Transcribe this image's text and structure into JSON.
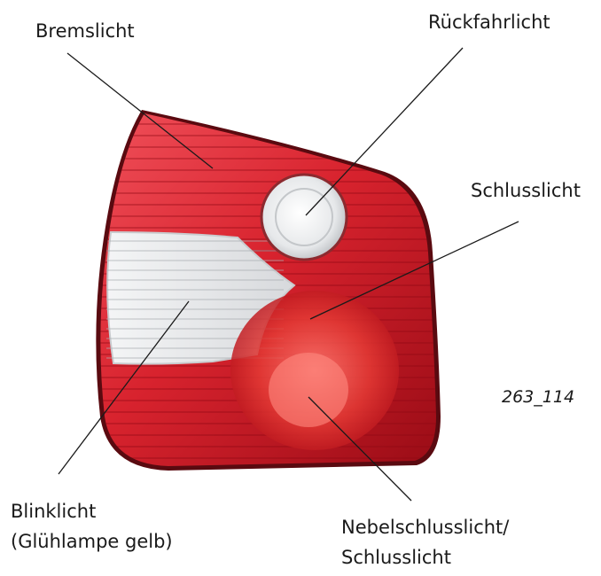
{
  "labels": {
    "brake_light": "Bremslicht",
    "reverse_light": "Rückfahrlicht",
    "tail_light": "Schlusslicht",
    "turn_signal_line1": "Blinklicht",
    "turn_signal_line2": "(Glühlampe gelb)",
    "rear_fog_line1": "Nebelschlusslicht/",
    "rear_fog_line2": "Schlusslicht"
  },
  "figure_id": "263_114",
  "colors": {
    "lens_red_dark": "#a40d18",
    "lens_red": "#d8232e",
    "lens_red_light": "#f0505a",
    "clear_lens": "#e9ecef",
    "housing_edge": "#5a0a10",
    "leader_line": "#1a1a1a"
  }
}
